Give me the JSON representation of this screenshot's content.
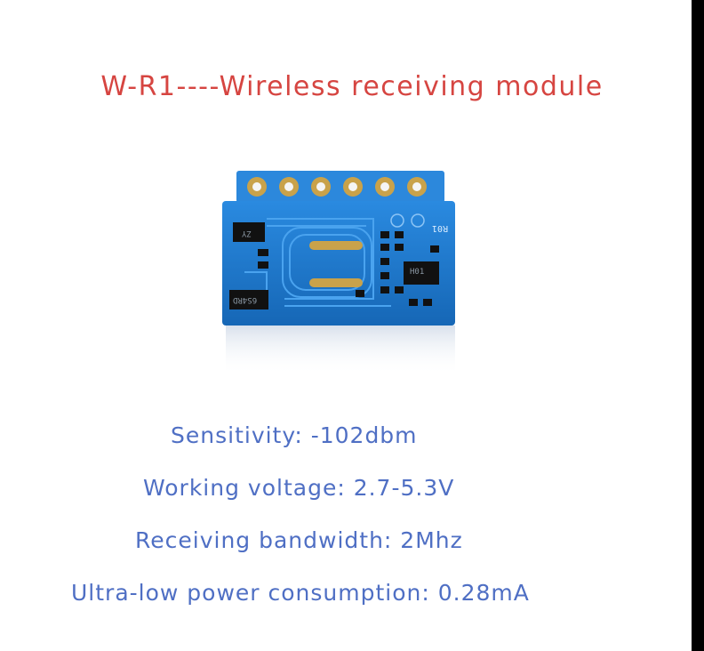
{
  "title": "W-R1----Wireless receiving module",
  "colors": {
    "title": "#d64541",
    "spec_text": "#4f6fc4",
    "board": "#1f7fd6",
    "board_dark": "#1869b8",
    "pad_gold": "#c9a24a",
    "chip": "#111111",
    "right_bar": "#000000"
  },
  "board": {
    "chip_top_label": "H01",
    "chip_left_top_label": "ZY",
    "chip_left_bottom_label": "6S4RD",
    "silk_label": "R01"
  },
  "specs": [
    "Sensitivity: -102dbm",
    "Working voltage: 2.7-5.3V",
    "Receiving bandwidth: 2Mhz",
    "Ultra-low power consumption: 0.28mA"
  ]
}
